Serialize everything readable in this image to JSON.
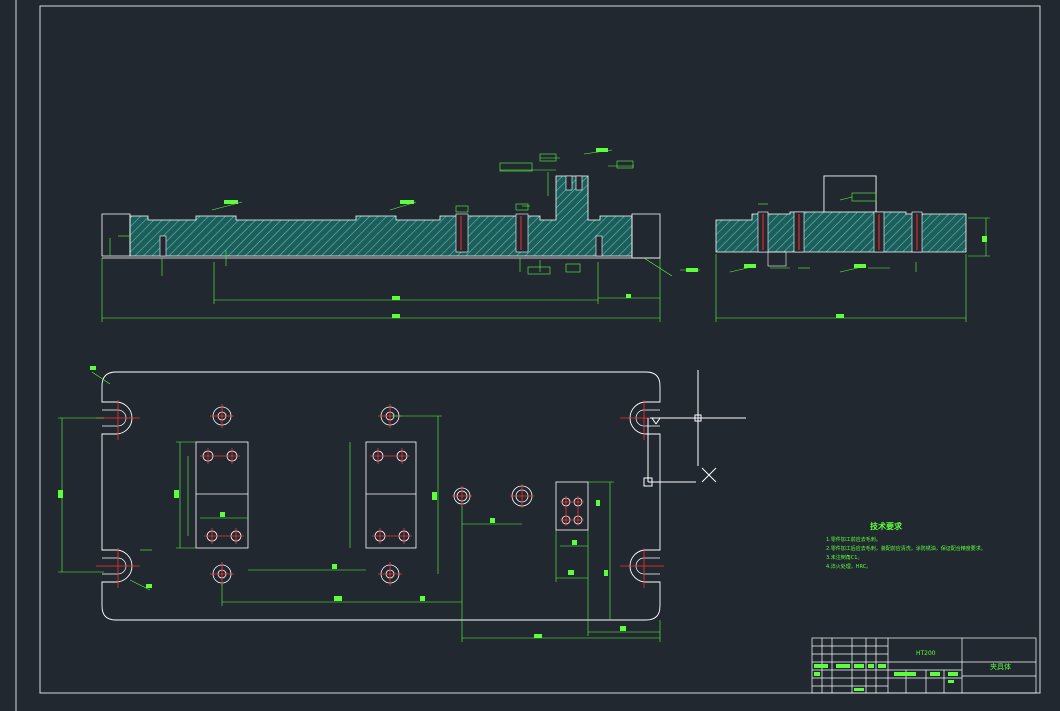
{
  "notes": {
    "title": "技术要求",
    "lines": [
      "1.零件加工前应去毛刺。",
      "2.零件加工后应去毛刺，装配前应清洗，涂防锈油，保证配合精度要求。",
      "3.未注倒角C1。",
      "4.淬火处理，HRC。"
    ]
  },
  "title_block": {
    "material": "HT200",
    "part_name": "夹具体"
  },
  "colors": {
    "background": "#212830",
    "outline": "#ffffff",
    "dimension": "#5dff3d",
    "hatch": "#3fa6a0",
    "centerline": "#ff3030"
  }
}
